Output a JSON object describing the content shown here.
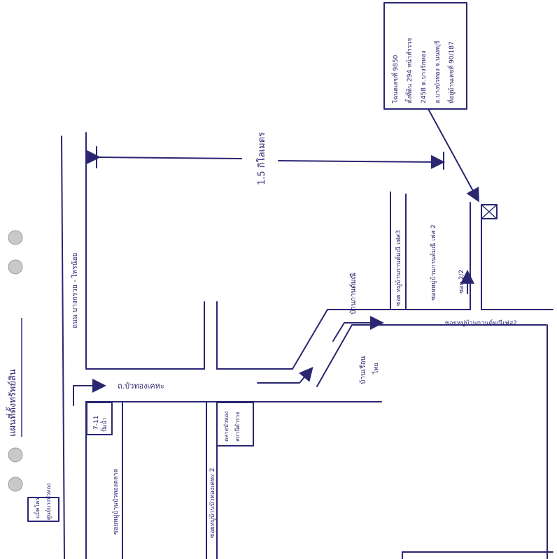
{
  "map": {
    "title": "แผนที่ตั้งทรัพย์สิน",
    "distance_label": "1.5 กิโลเมตร",
    "property_info": [
      "โฉนดเลขที่ 9850",
      "ตั้งที่ดิน 294 หน้าสำรวจ",
      "2458 ต.บางรักทอง",
      "อ.บางบัวทอง จ.นนทบุรี",
      "ที่อยู่บ้านเลขที่ 90/187"
    ],
    "roads": {
      "main_road": "ถนน บางกรวย - ไทรน้อย",
      "bua_thong": "ถ.บัวทองเคหะ",
      "soi_bua_thong_2": "ซอยหมู่บ้านบัวทองเคหะ 2",
      "soi_bua_thong_market": "ซอยหมู่บ้านบัวทองตลาด",
      "soi_prakan_3": "ซอย หมู่บ้านกานต์มณี เฟส3",
      "soi_prakan_2": "ซอยหมู่บ้านกานต์มณี เฟส 2",
      "soi_2_2": "ซอย 2/2",
      "soi_prakan_2_bottom": "ซอยหมู่บ้านกานต์มณีเฟส2"
    },
    "landmarks": {
      "seven_eleven": "7-11",
      "seven_eleven_sub": "ปั้มน้ำ",
      "village_kanmanee": "บ้านกานต์มณี",
      "ban_nueng": "บ้านเรือน",
      "ban_nueng_sub": "ไทย",
      "market": "ตลาดบัวทอง",
      "market_sub": "สถานีตำรวจ",
      "school": "แม็คโคร",
      "school_sub": "ศูนย์บางบัวทอง"
    }
  }
}
